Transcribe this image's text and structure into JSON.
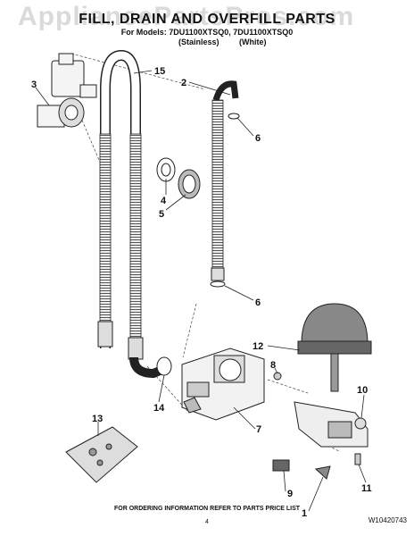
{
  "header": {
    "watermark": "AppliancePartsPros.com",
    "title": "FILL, DRAIN AND OVERFILL PARTS",
    "models_line": "For Models: 7DU1100XTSQ0, 7DU1100XTSQ0",
    "variant_left": "(Stainless)",
    "variant_right": "(White)"
  },
  "callouts": {
    "c1": "1",
    "c2": "2",
    "c3": "3",
    "c4": "4",
    "c5": "5",
    "c6a": "6",
    "c6b": "6",
    "c7": "7",
    "c8": "8",
    "c9": "9",
    "c10": "10",
    "c11": "11",
    "c12": "12",
    "c13": "13",
    "c14": "14",
    "c15": "15"
  },
  "footer": {
    "ordering_note": "FOR ORDERING INFORMATION REFER TO PARTS PRICE LIST",
    "page_number": "4",
    "doc_number": "W10420743"
  }
}
